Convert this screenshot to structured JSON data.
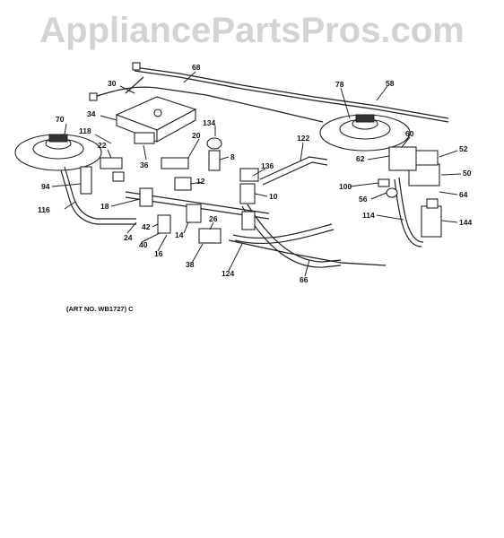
{
  "watermark": "AppliancePartsPros.com",
  "art_number": "(ART NO. WB1727) C",
  "callouts": [
    "68",
    "30",
    "78",
    "58",
    "34",
    "70",
    "134",
    "118",
    "22",
    "20",
    "36",
    "8",
    "122",
    "136",
    "60",
    "52",
    "62",
    "50",
    "94",
    "100",
    "64",
    "56",
    "12",
    "10",
    "18",
    "116",
    "42",
    "14",
    "26",
    "114",
    "144",
    "24",
    "40",
    "16",
    "38",
    "124",
    "66"
  ],
  "icons": [
    "burner-icon",
    "valve-icon",
    "switch-icon",
    "wire-harness-icon",
    "tube-icon"
  ]
}
